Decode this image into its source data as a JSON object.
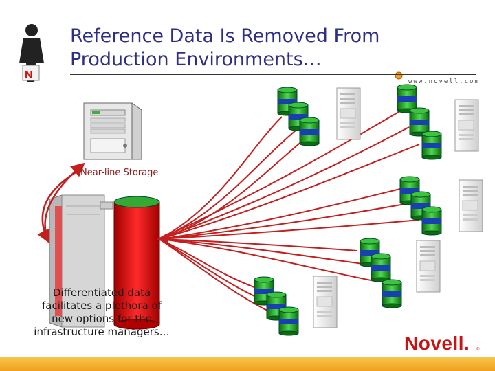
{
  "slide": {
    "title_line1": "Reference Data Is Removed From",
    "title_line2": "Production Environments…",
    "url": "www.novell.com",
    "nearline_label": "Near-line Storage",
    "caption_line1": "Differentiated data",
    "caption_line2": "facilitates a plethora of",
    "caption_line3": "new options for the",
    "caption_line4": "infrastructure managers…",
    "logo_text": "Novell.",
    "logo_reg": "®"
  },
  "icons": {
    "presenter": "presenter-figure-icon",
    "nearline": "nearline-server-icon",
    "storage_array": "storage-array-icon",
    "database": "database-cylinder-icon",
    "server": "tower-server-icon"
  },
  "colors": {
    "title": "#2e2e86",
    "arrow": "#c41e1e",
    "cylinder_green": "#22aa22",
    "cylinder_band": "#1a3fb0",
    "storage_red": "#dd1111",
    "logo": "#cc1111",
    "bar": "#f2b030"
  }
}
